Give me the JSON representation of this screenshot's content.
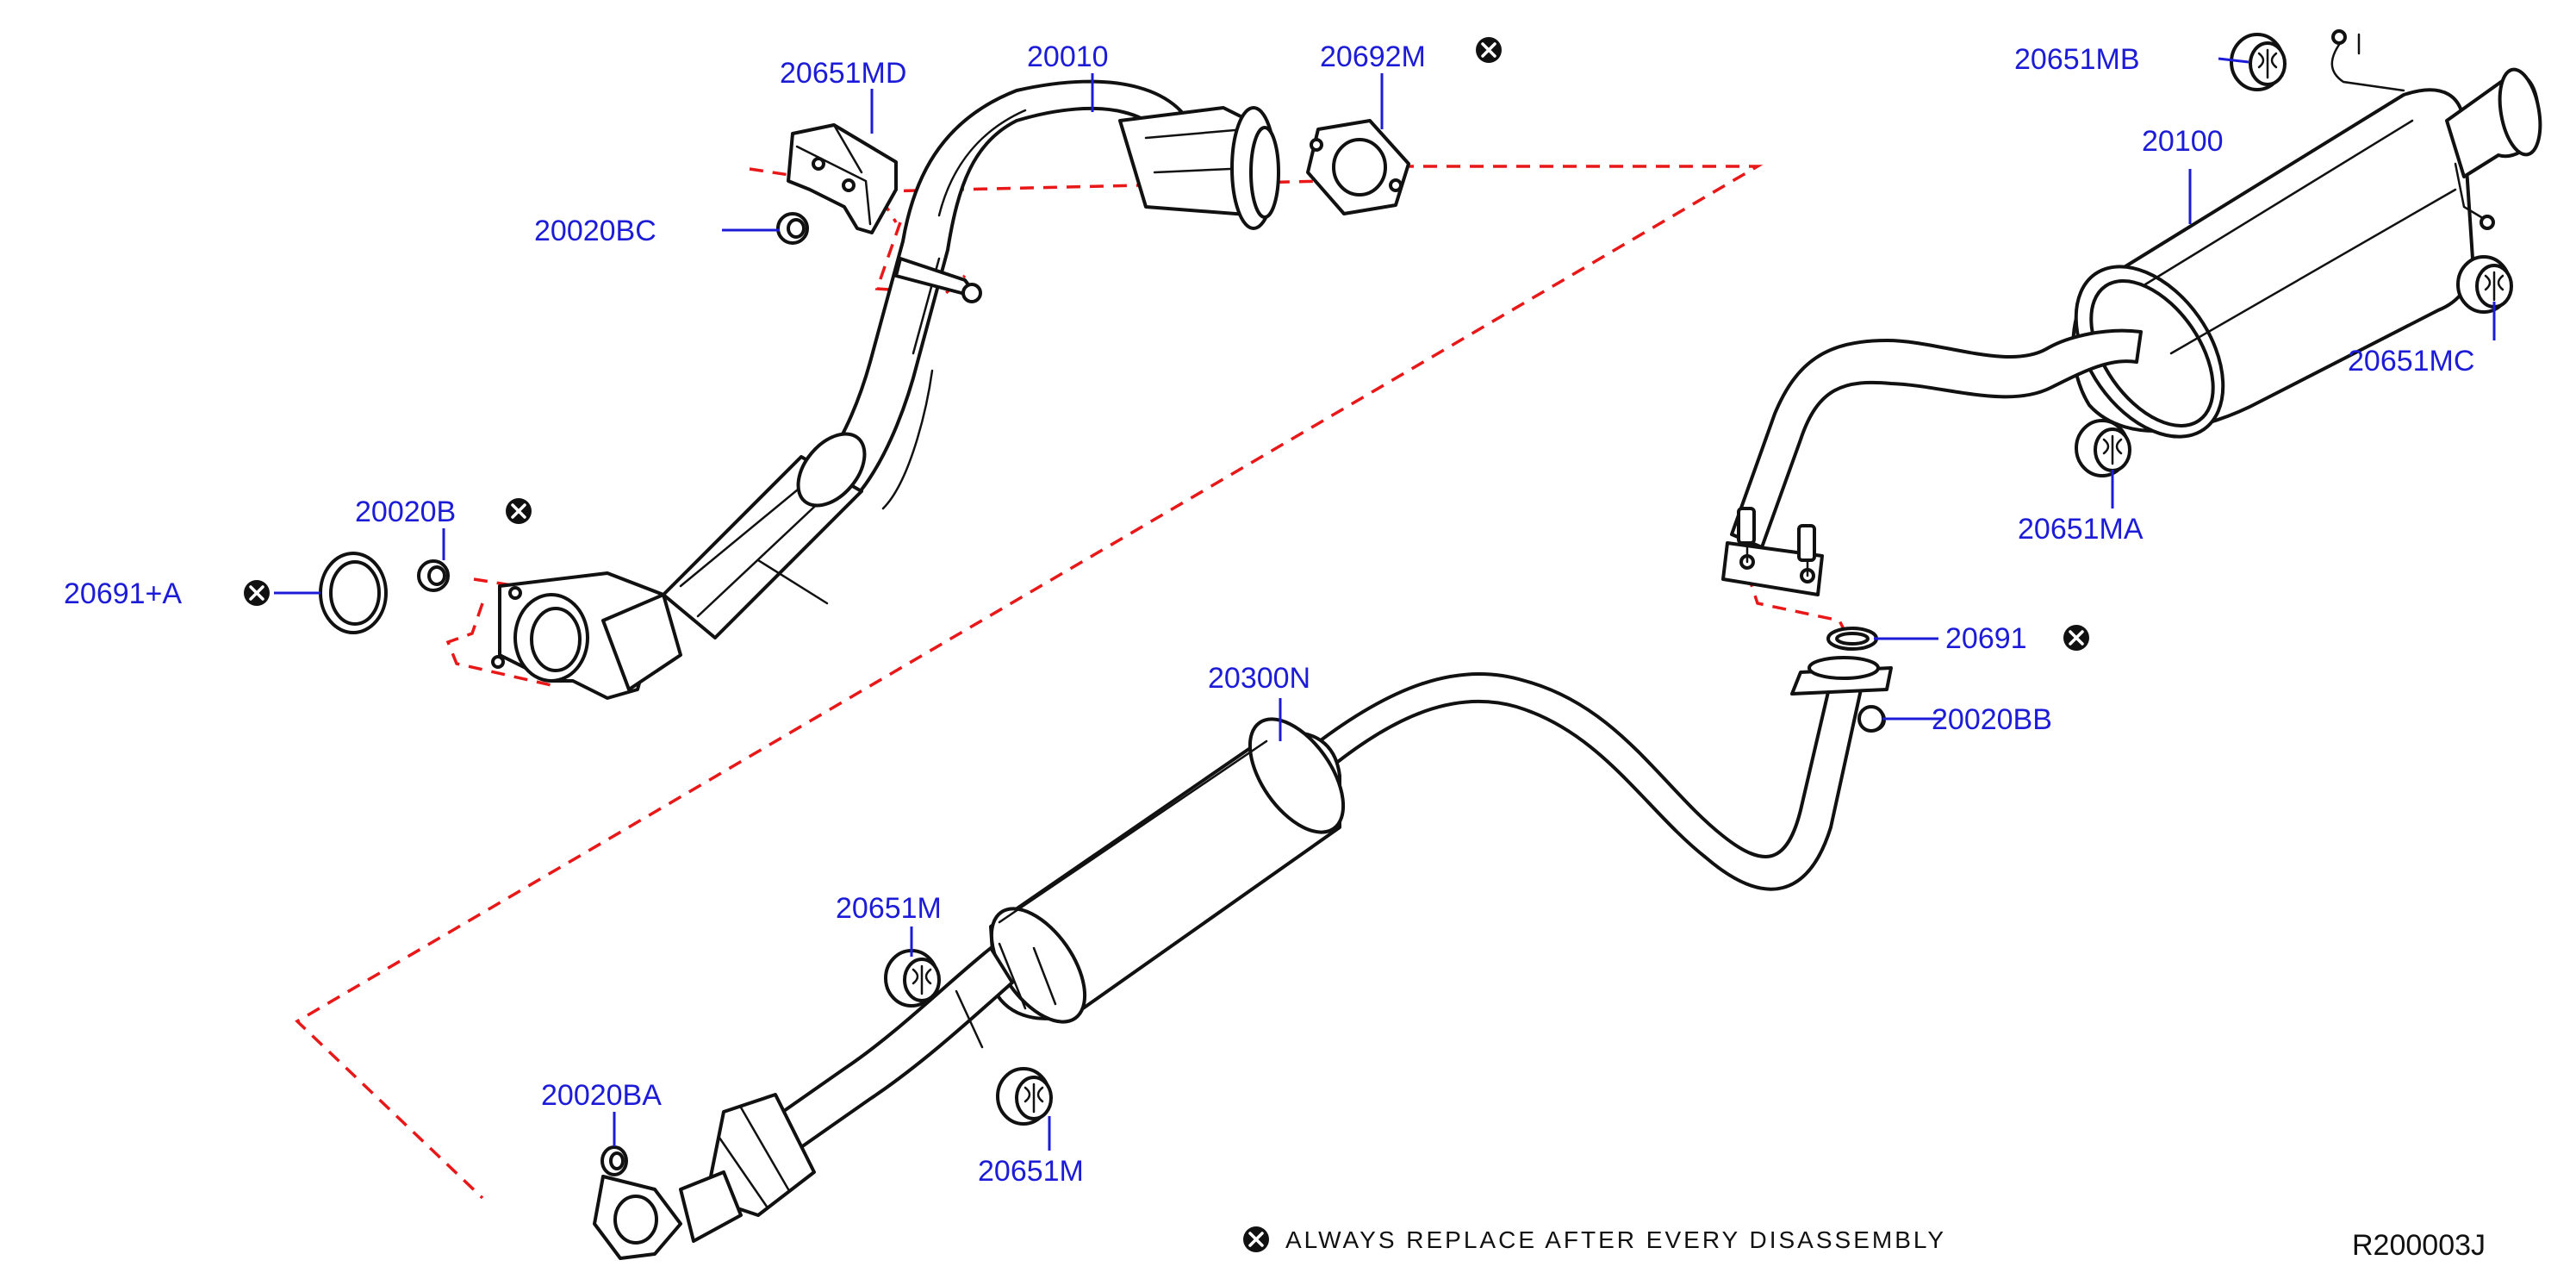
{
  "labels": {
    "l_20651MD": "20651MD",
    "l_20010": "20010",
    "l_20692M": "20692M",
    "l_20651MB": "20651MB",
    "l_20100": "20100",
    "l_20020BC": "20020BC",
    "l_20651MC": "20651MC",
    "l_20020B": "20020B",
    "l_20691A": "20691+A",
    "l_20651MA": "20651MA",
    "l_20691": "20691",
    "l_20300N": "20300N",
    "l_20020BB": "20020BB",
    "l_20651M_1": "20651M",
    "l_20020BA": "20020BA",
    "l_20651M_2": "20651M"
  },
  "legend": {
    "text": "ALWAYS REPLACE AFTER EVERY DISASSEMBLY"
  },
  "reference_code": "R200003J",
  "colors": {
    "label": "#1c1cd8",
    "dashed_line": "#e81818",
    "line_art": "#111111"
  },
  "icons": {
    "replace_marker": "circled-x-icon"
  }
}
